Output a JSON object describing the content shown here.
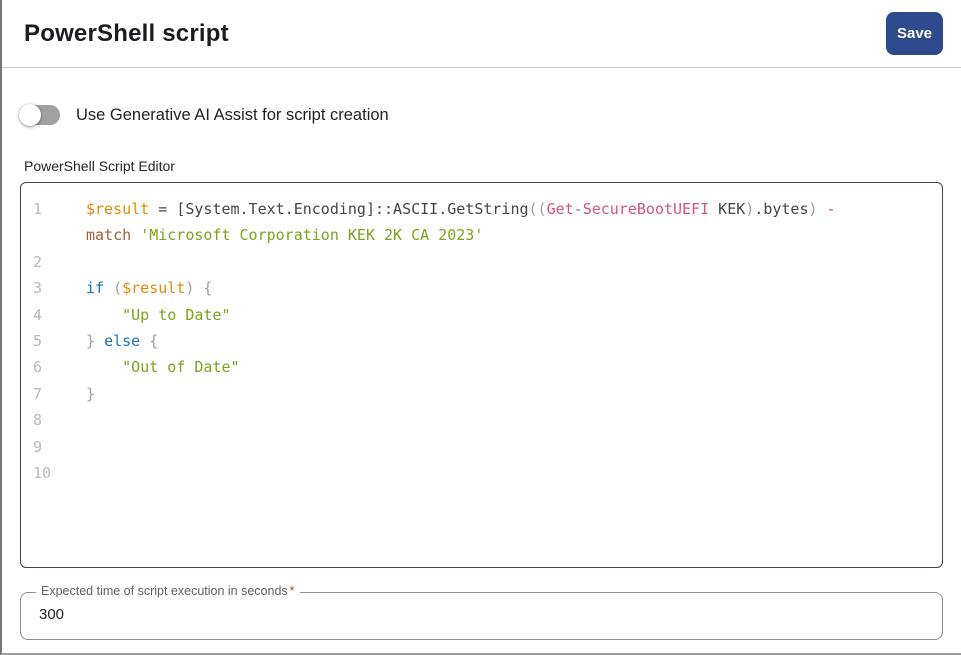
{
  "header": {
    "title": "PowerShell script",
    "save_label": "Save"
  },
  "colors": {
    "save_button_bg": "#2d4a8d",
    "required_asterisk": "#d32f2f"
  },
  "ai_toggle": {
    "label": "Use Generative AI Assist for script creation",
    "state": "off"
  },
  "editor": {
    "label": "PowerShell Script Editor",
    "palette": {
      "plain": "#454545",
      "punct": "#9e9e9e",
      "variable": "#df8c0c",
      "keyword": "#1577b5",
      "string": "#7fa11c",
      "operator": "#a4603e",
      "cmdlet": "#d6537a"
    },
    "lines": [
      {
        "num": "1",
        "segments": [
          {
            "t": "$result",
            "c": "variable"
          },
          {
            "t": " = ",
            "c": "plain"
          },
          {
            "t": "[System.Text.Encoding]::ASCII.GetString",
            "c": "plain"
          },
          {
            "t": "((",
            "c": "punct"
          },
          {
            "t": "Get-SecureBootUEFI",
            "c": "cmdlet"
          },
          {
            "t": " KEK",
            "c": "plain"
          },
          {
            "t": ")",
            "c": "punct"
          },
          {
            "t": ".bytes",
            "c": "plain"
          },
          {
            "t": ")",
            "c": "punct"
          },
          {
            "t": " ",
            "c": "plain"
          },
          {
            "t": "-",
            "c": "operator"
          }
        ]
      },
      {
        "num": "",
        "segments": [
          {
            "t": "match",
            "c": "operator"
          },
          {
            "t": " ",
            "c": "plain"
          },
          {
            "t": "'Microsoft Corporation KEK 2K CA 2023'",
            "c": "string"
          }
        ]
      },
      {
        "num": "2",
        "segments": []
      },
      {
        "num": "3",
        "segments": [
          {
            "t": "if",
            "c": "keyword"
          },
          {
            "t": " ",
            "c": "plain"
          },
          {
            "t": "(",
            "c": "punct"
          },
          {
            "t": "$result",
            "c": "variable"
          },
          {
            "t": ")",
            "c": "punct"
          },
          {
            "t": " ",
            "c": "plain"
          },
          {
            "t": "{",
            "c": "punct"
          }
        ]
      },
      {
        "num": "4",
        "segments": [
          {
            "t": "    ",
            "c": "plain"
          },
          {
            "t": "\"Up to Date\"",
            "c": "string"
          }
        ]
      },
      {
        "num": "5",
        "segments": [
          {
            "t": "}",
            "c": "punct"
          },
          {
            "t": " ",
            "c": "plain"
          },
          {
            "t": "else",
            "c": "keyword"
          },
          {
            "t": " ",
            "c": "plain"
          },
          {
            "t": "{",
            "c": "punct"
          }
        ]
      },
      {
        "num": "6",
        "segments": [
          {
            "t": "    ",
            "c": "plain"
          },
          {
            "t": "\"Out of Date\"",
            "c": "string"
          }
        ]
      },
      {
        "num": "7",
        "segments": [
          {
            "t": "}",
            "c": "punct"
          }
        ]
      },
      {
        "num": "8",
        "segments": []
      },
      {
        "num": "9",
        "segments": []
      },
      {
        "num": "10",
        "segments": []
      }
    ]
  },
  "execution_time_field": {
    "label": "Expected time of script execution in seconds",
    "required_marker": "*",
    "value": "300"
  }
}
